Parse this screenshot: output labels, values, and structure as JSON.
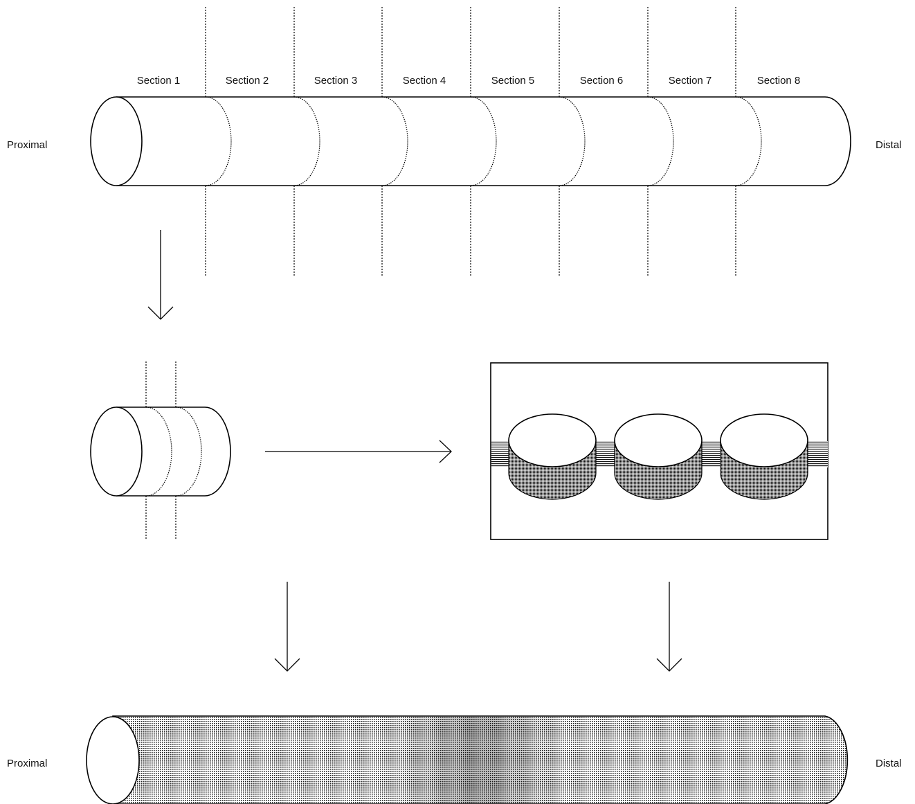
{
  "top_section": {
    "section_labels": [
      "Section 1",
      "Section 2",
      "Section 3",
      "Section 4",
      "Section 5",
      "Section 6",
      "Section 7",
      "Section 8"
    ],
    "proximal_label": "Proximal",
    "distal_label": "Distal"
  },
  "bottom_section": {
    "proximal_label": "Proximal",
    "distal_label": "Distal"
  },
  "colors": {
    "stroke": "#000000",
    "background": "#ffffff"
  }
}
